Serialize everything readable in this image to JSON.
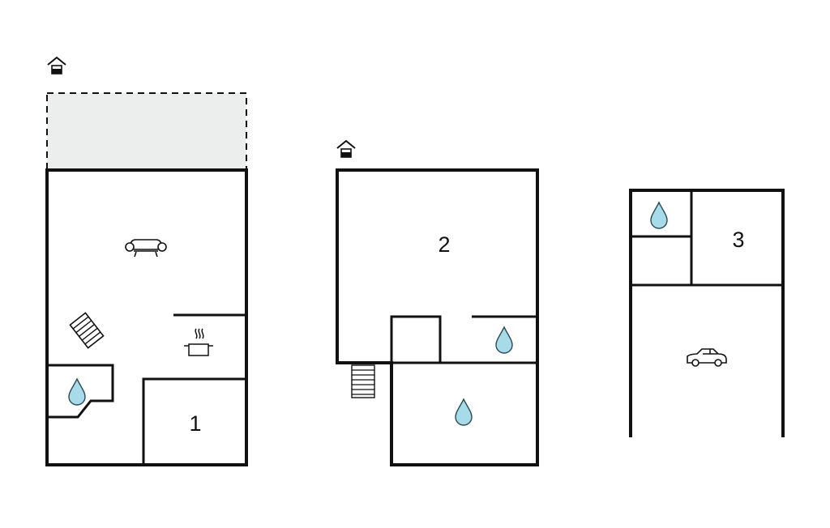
{
  "rooms": {
    "bedroom_1": "1",
    "bedroom_2": "2",
    "bedroom_3": "3"
  },
  "icons": {
    "entrance": "house-entrance-icon",
    "sofa": "sofa-icon",
    "kitchen": "cooking-pot-icon",
    "bathroom": "water-drop-icon",
    "stairs": "stairs-icon",
    "garage": "car-icon"
  },
  "colors": {
    "wall": "#111111",
    "terrace_fill": "#eceeee",
    "water_fill": "#a7dbea",
    "water_stroke": "#2a4a55",
    "background": "#ffffff"
  }
}
